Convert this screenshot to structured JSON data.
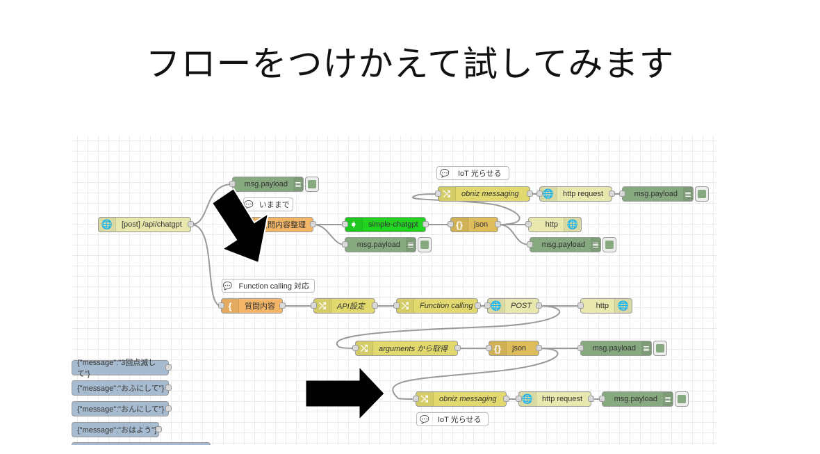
{
  "slide": {
    "title": "フローをつけかえて試してみます"
  },
  "flow": {
    "nodes": {
      "http_in": {
        "label": "[post] /api/chatgpt",
        "icon": "globe-icon"
      },
      "debug_top": {
        "label": "msg.payload"
      },
      "comment_imamade": {
        "label": "いままで"
      },
      "func_seiri": {
        "label": "質問内容整理"
      },
      "gpt": {
        "label": "simple-chatgpt"
      },
      "debug_gpt": {
        "label": "msg.payload"
      },
      "json1": {
        "label": "json"
      },
      "comment_iot1": {
        "label": "IoT 光らせる"
      },
      "change_obniz1": {
        "label": "obniz messaging"
      },
      "http_req1": {
        "label": "http request"
      },
      "debug_req1": {
        "label": "msg.payload"
      },
      "http_resp1": {
        "label": "http"
      },
      "debug_json1": {
        "label": "msg.payload"
      },
      "comment_fc": {
        "label": "Function calling 対応"
      },
      "tmpl_shitsumon": {
        "label": "質問内容"
      },
      "change_api": {
        "label": "API設定"
      },
      "change_fc": {
        "label": "Function calling"
      },
      "http_post": {
        "label": "POST"
      },
      "http_resp2": {
        "label": "http"
      },
      "change_args": {
        "label": "arguments から取得"
      },
      "json2": {
        "label": "json"
      },
      "debug_json2": {
        "label": "msg.payload"
      },
      "change_obniz2": {
        "label": "obniz messaging"
      },
      "http_req2": {
        "label": "http request"
      },
      "debug_req2": {
        "label": "msg.payload"
      },
      "comment_iot2": {
        "label": "IoT 光らせる"
      }
    },
    "injects": [
      {
        "label": "{\"message\":\"3回点滅して\"}"
      },
      {
        "label": "{\"message\":\"おふにして\"}"
      },
      {
        "label": "{\"message\":\"おんにして\"}"
      },
      {
        "label": "{\"message\":\"おはよう\"}"
      },
      {
        "label": ""
      }
    ]
  }
}
